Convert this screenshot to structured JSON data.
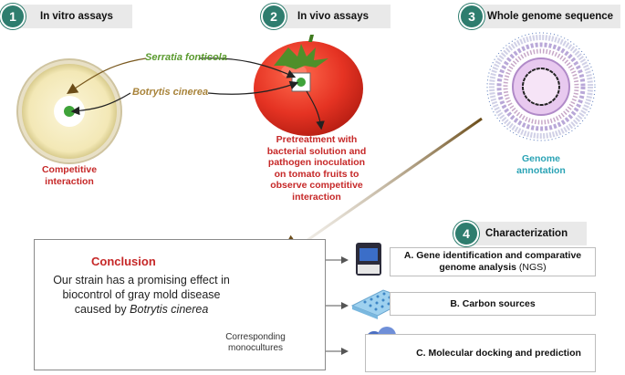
{
  "steps": [
    {
      "num": "1",
      "label": "In vitro assays"
    },
    {
      "num": "2",
      "label": "In vivo assays"
    },
    {
      "num": "3",
      "label": "Whole genome sequence"
    },
    {
      "num": "4",
      "label": "Characterization"
    }
  ],
  "in_vitro": {
    "label_serratia": "Serratia fonticola",
    "label_botrytis": "Botrytis cinerea",
    "caption_line1": "Competitive",
    "caption_line2": "interaction"
  },
  "in_vivo": {
    "caption_lines": [
      "Pretreatment with",
      "bacterial solution and",
      "pathogen  inoculation",
      "on tomato fruits to",
      "observe  competitive",
      "interaction"
    ]
  },
  "genome": {
    "caption_line1": "Genome",
    "caption_line2": "annotation"
  },
  "conclusion": {
    "title": "Conclusion",
    "text_line1": "Our strain has a promising effect in",
    "text_line2": "biocontrol of gray mold disease",
    "text_line3_prefix": "caused by ",
    "text_line3_italic": "Botrytis cinerea",
    "flask_caption_line1": "Corresponding",
    "flask_caption_line2": "monocultures"
  },
  "characterization": {
    "item_a_line1": "A. Gene identification and comparative",
    "item_a_line2": "genome analysis",
    "item_a_suffix": "(NGS)",
    "item_b": "B.  Carbon sources",
    "item_c": "C. Molecular docking and prediction"
  },
  "colors": {
    "teal": "#2e7d6e",
    "red_text": "#c62828",
    "green_label": "#5a9a2e",
    "brown_label": "#a8833a",
    "arrow_brown": "#7a5a20",
    "genome_teal": "#2aa3b5"
  }
}
